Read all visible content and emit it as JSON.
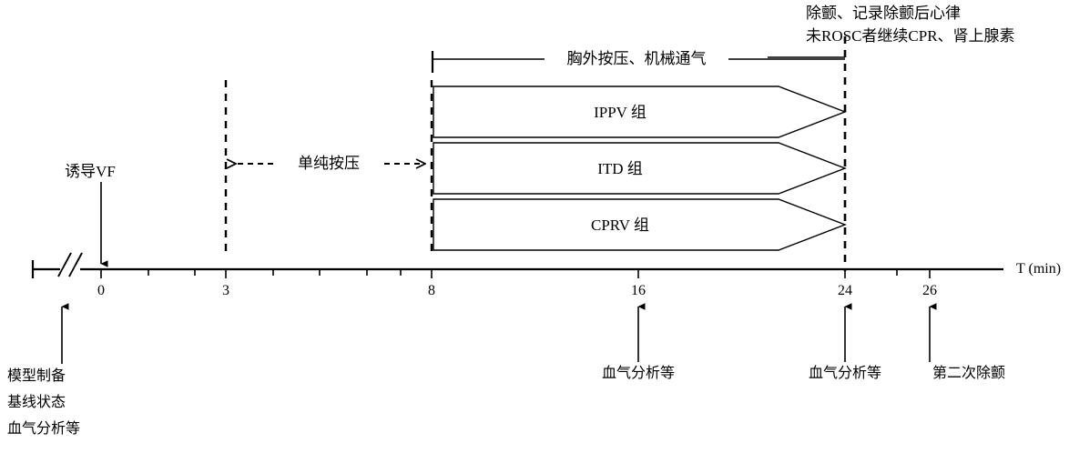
{
  "diagram": {
    "title_top": {
      "line1": "除颤、记录除颤后心律",
      "line2": "未ROSC者继续CPR、肾上腺素"
    },
    "phase_header": "胸外按压、机械通气",
    "induce_label": "诱导VF",
    "compression_only_label": "单纯按压",
    "groups": [
      {
        "name": "IPPV 组"
      },
      {
        "name": "ITD 组"
      },
      {
        "name": "CPRV 组"
      }
    ],
    "axis": {
      "label": "T (min)",
      "ticks": [
        {
          "value": "0"
        },
        {
          "value": "3"
        },
        {
          "value": "8"
        },
        {
          "value": "16"
        },
        {
          "value": "24"
        },
        {
          "value": "26"
        }
      ]
    },
    "annotations": {
      "baseline": {
        "line1": "模型制备",
        "line2": "基线状态",
        "line3": "血气分析等"
      },
      "at_16": "血气分析等",
      "at_24": "血气分析等",
      "at_26": "第二次除颤"
    },
    "colors": {
      "stroke": "#000000",
      "background": "#ffffff"
    }
  }
}
